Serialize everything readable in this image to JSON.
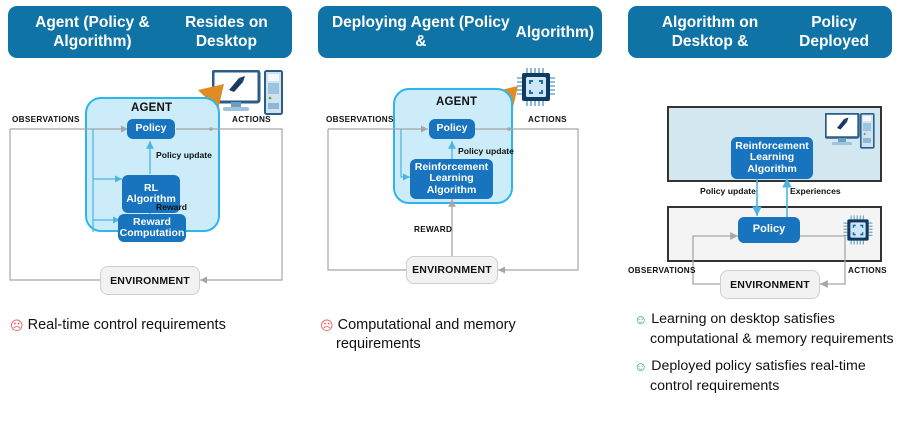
{
  "accent": {
    "header_blue": "#1073a6",
    "block_blue": "#1874be",
    "agent_fill": "#ccecfa",
    "agent_border": "#2cb6ef",
    "arrow_orange": "#e08c24",
    "wire_gray": "#a6a6a6",
    "wire_blue": "#4bb4e0",
    "env_fill": "#f2f2f2",
    "sad_red": "#f0595e",
    "happy_green": "#23a455"
  },
  "panels": [
    {
      "id": "panel-1",
      "header": "Agent (Policy & Algorithm) Resides on Desktop",
      "header_lines": [
        "Agent (Policy & Algorithm)",
        "Resides on Desktop"
      ],
      "agent_label": "AGENT",
      "blocks": [
        {
          "name": "policy",
          "label": "Policy"
        },
        {
          "name": "rl-algorithm",
          "label": "RL Algorithm",
          "lines": [
            "RL",
            "Algorithm"
          ]
        },
        {
          "name": "reward-computation",
          "label": "Reward Computation",
          "lines": [
            "Reward",
            "Computation"
          ]
        }
      ],
      "environment": "ENVIRONMENT",
      "edge_labels": {
        "observations": "OBSERVATIONS",
        "actions": "ACTIONS",
        "policy_update": "Policy update",
        "reward": "Reward"
      },
      "icons": [
        "desktop-monitor-icon",
        "desktop-tower-icon",
        "orange-arrow-icon"
      ],
      "bullets": [
        {
          "face": "sad",
          "text": "Real-time control requirements"
        }
      ]
    },
    {
      "id": "panel-2",
      "header": "Deploying Agent (Policy & Algorithm)",
      "header_lines": [
        "Deploying Agent (Policy &",
        "Algorithm)"
      ],
      "agent_label": "AGENT",
      "blocks": [
        {
          "name": "policy",
          "label": "Policy"
        },
        {
          "name": "rl-algorithm",
          "label": "Reinforcement Learning Algorithm",
          "lines": [
            "Reinforcement",
            "Learning",
            "Algorithm"
          ]
        }
      ],
      "environment": "ENVIRONMENT",
      "edge_labels": {
        "observations": "OBSERVATIONS",
        "actions": "ACTIONS",
        "policy_update": "Policy update",
        "reward": "REWARD"
      },
      "icons": [
        "microchip-icon",
        "orange-arrow-icon"
      ],
      "bullets": [
        {
          "face": "sad",
          "text": "Computational and memory requirements"
        }
      ]
    },
    {
      "id": "panel-3",
      "header": "Algorithm on Desktop & Policy Deployed",
      "header_lines": [
        "Algorithm on Desktop &",
        "Policy Deployed"
      ],
      "blocks": [
        {
          "name": "rl-algorithm",
          "label": "Reinforcement Learning Algorithm",
          "lines": [
            "Reinforcement",
            "Learning",
            "Algorithm"
          ]
        },
        {
          "name": "policy",
          "label": "Policy"
        }
      ],
      "environment": "ENVIRONMENT",
      "edge_labels": {
        "observations": "OBSERVATIONS",
        "actions": "ACTIONS",
        "policy_update": "Policy update",
        "experiences": "Experiences"
      },
      "icons": [
        "desktop-monitor-icon",
        "desktop-tower-icon",
        "microchip-icon"
      ],
      "bullets": [
        {
          "face": "happy",
          "text": "Learning on desktop satisfies computational & memory requirements"
        },
        {
          "face": "happy",
          "text": "Deployed policy satisfies real-time control requirements"
        }
      ]
    }
  ],
  "glyphs": {
    "sad_face": "☹",
    "happy_face": "☺"
  }
}
